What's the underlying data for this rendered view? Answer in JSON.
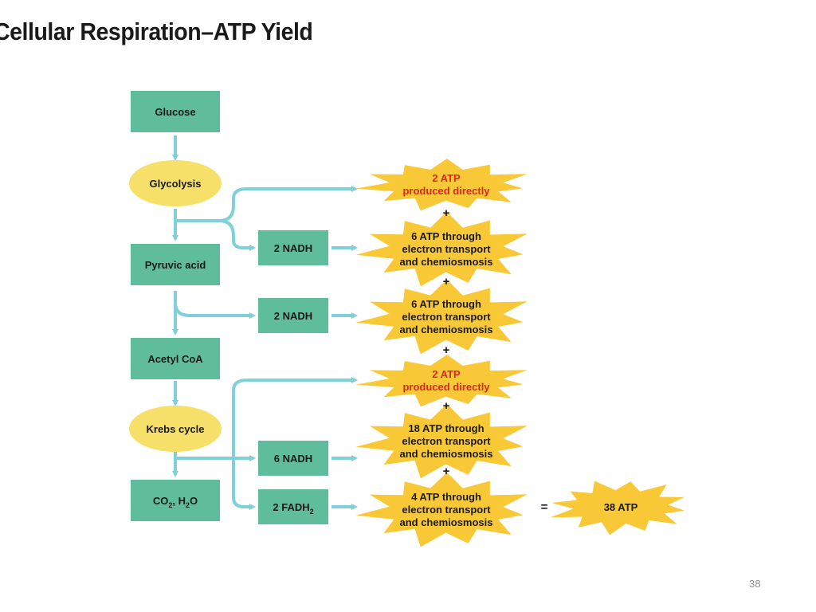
{
  "title": "Cellular Respiration–ATP Yield",
  "page_number": "38",
  "colors": {
    "box_teal": "#5fbd9c",
    "oval_yellow": "#f6e06a",
    "arrow_cyan": "#7fd0d8",
    "star_yellow": "#f9c836",
    "highlight_red": "#d42a1f"
  },
  "pathway": {
    "glucose": "Glucose",
    "glycolysis": "Glycolysis",
    "pyruvic_acid": "Pyruvic acid",
    "acetyl_coa": "Acetyl CoA",
    "krebs_cycle": "Krebs cycle",
    "co2_h2o": {
      "a": "CO",
      "sub_a": "2",
      "sep": ", H",
      "sub_b": "2",
      "c": "O"
    }
  },
  "carriers": {
    "nadh_1": "2 NADH",
    "nadh_2": "2 NADH",
    "nadh_3": "6 NADH",
    "fadh2": {
      "main": "2 FADH",
      "sub": "2"
    }
  },
  "yields": [
    {
      "lines": [
        "2 ATP",
        "produced directly"
      ],
      "red": true
    },
    {
      "lines": [
        "6 ATP through",
        "electron transport",
        "and chemiosmosis"
      ],
      "red": false
    },
    {
      "lines": [
        "6 ATP through",
        "electron transport",
        "and chemiosmosis"
      ],
      "red": false
    },
    {
      "lines": [
        "2 ATP",
        "produced directly"
      ],
      "red": true
    },
    {
      "lines": [
        "18 ATP through",
        "electron transport",
        "and chemiosmosis"
      ],
      "red": false
    },
    {
      "lines": [
        "4 ATP through",
        "electron transport",
        "and chemiosmosis"
      ],
      "red": false
    }
  ],
  "plus_sign": "+",
  "equals_sign": "=",
  "total": "38 ATP"
}
